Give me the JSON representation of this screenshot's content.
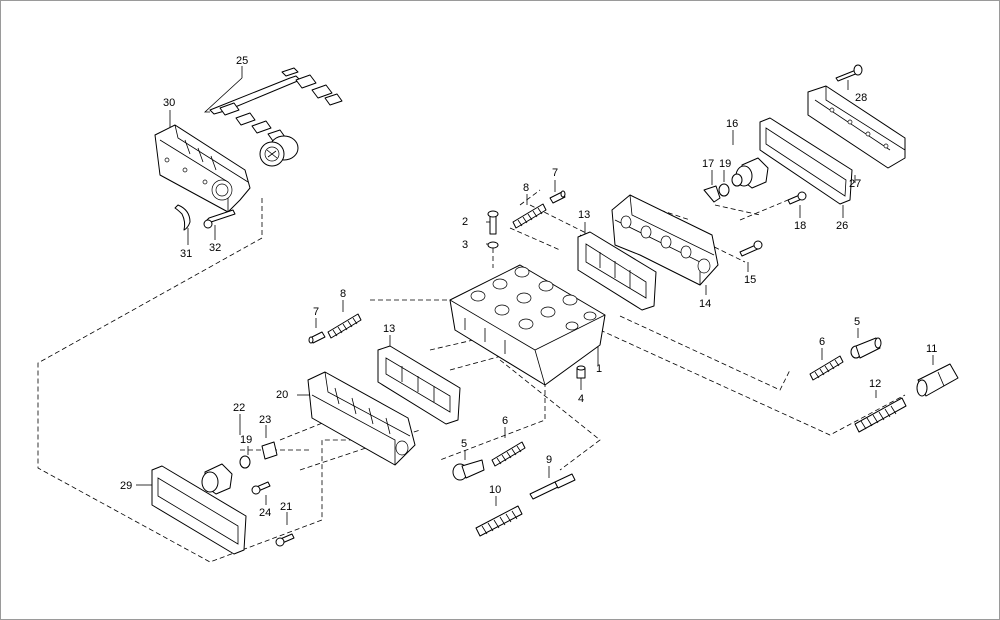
{
  "diagram": {
    "callouts": [
      {
        "id": "c1",
        "label": "1"
      },
      {
        "id": "c2",
        "label": "2"
      },
      {
        "id": "c3",
        "label": "3"
      },
      {
        "id": "c4",
        "label": "4"
      },
      {
        "id": "c5a",
        "label": "5"
      },
      {
        "id": "c5b",
        "label": "5"
      },
      {
        "id": "c6a",
        "label": "6"
      },
      {
        "id": "c6b",
        "label": "6"
      },
      {
        "id": "c7a",
        "label": "7"
      },
      {
        "id": "c7b",
        "label": "7"
      },
      {
        "id": "c8a",
        "label": "8"
      },
      {
        "id": "c8b",
        "label": "8"
      },
      {
        "id": "c9",
        "label": "9"
      },
      {
        "id": "c10",
        "label": "10"
      },
      {
        "id": "c11",
        "label": "11"
      },
      {
        "id": "c12",
        "label": "12"
      },
      {
        "id": "c13a",
        "label": "13"
      },
      {
        "id": "c13b",
        "label": "13"
      },
      {
        "id": "c14",
        "label": "14"
      },
      {
        "id": "c15",
        "label": "15"
      },
      {
        "id": "c16",
        "label": "16"
      },
      {
        "id": "c17",
        "label": "17"
      },
      {
        "id": "c18",
        "label": "18"
      },
      {
        "id": "c19a",
        "label": "19"
      },
      {
        "id": "c19b",
        "label": "19"
      },
      {
        "id": "c20",
        "label": "20"
      },
      {
        "id": "c21",
        "label": "21"
      },
      {
        "id": "c22",
        "label": "22"
      },
      {
        "id": "c23",
        "label": "23"
      },
      {
        "id": "c24",
        "label": "24"
      },
      {
        "id": "c25",
        "label": "25"
      },
      {
        "id": "c26",
        "label": "26"
      },
      {
        "id": "c27",
        "label": "27"
      },
      {
        "id": "c28",
        "label": "28"
      },
      {
        "id": "c29",
        "label": "29"
      },
      {
        "id": "c30",
        "label": "30"
      },
      {
        "id": "c31",
        "label": "31"
      },
      {
        "id": "c32",
        "label": "32"
      }
    ]
  }
}
